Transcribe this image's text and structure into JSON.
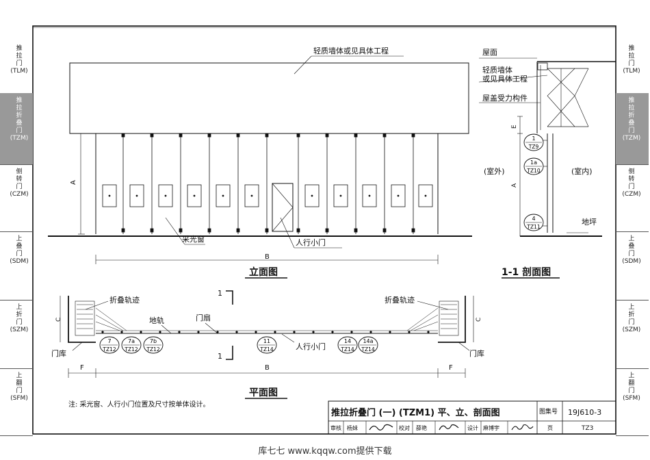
{
  "side_tabs": {
    "left": [
      {
        "text": "推\n拉\n门\n(TLM)",
        "active": false
      },
      {
        "text": "推\n拉\n折\n叠\n门\n(TZM)",
        "active": true
      },
      {
        "text": "侧\n转\n门\n(CZM)",
        "active": false
      },
      {
        "text": "上\n叠\n门\n(SDM)",
        "active": false
      },
      {
        "text": "上\n折\n门\n(SZM)",
        "active": false
      },
      {
        "text": "上\n翻\n门\n(SFM)",
        "active": false
      }
    ],
    "right": [
      {
        "text": "推\n拉\n门\n(TLM)",
        "active": false
      },
      {
        "text": "推\n拉\n折\n叠\n门\n(TZM)",
        "active": true
      },
      {
        "text": "侧\n转\n门\n(CZM)",
        "active": false
      },
      {
        "text": "上\n叠\n门\n(SDM)",
        "active": false
      },
      {
        "text": "上\n折\n门\n(SZM)",
        "active": false
      },
      {
        "text": "上\n翻\n门\n(SFM)",
        "active": false
      }
    ]
  },
  "elevation": {
    "wall_note": "轻质墙体或见具体工程",
    "window_label": "采光窗",
    "door_label": "人行小门",
    "dim_b": "B",
    "dim_a": "A",
    "title": "立面图"
  },
  "section": {
    "roof": "屋面",
    "wall_line1": "轻质墙体",
    "wall_line2": "或见具体工程",
    "roof_member": "屋盖受力构件",
    "outside": "(室外)",
    "inside": "(室内)",
    "floor": "地坪",
    "dim_e": "E",
    "dim_a": "A",
    "title": "1-1 剖面图",
    "refs": [
      {
        "top": "1",
        "bottom": "TZ9"
      },
      {
        "top": "1a",
        "bottom": "TZ10"
      },
      {
        "top": "4",
        "bottom": "TZ11"
      }
    ]
  },
  "plan": {
    "track_left": "折叠轨迹",
    "track_right": "折叠轨迹",
    "ground_rail": "地轨",
    "door_leaf": "门扇",
    "small_door": "人行小门",
    "store_left": "门库",
    "store_right": "门库",
    "dim_c": "C",
    "dim_f": "F",
    "dim_b": "B",
    "cut_mark": "1",
    "title": "平面图",
    "refs": [
      {
        "top": "7",
        "bottom": "TZ12"
      },
      {
        "top": "7a",
        "bottom": "TZ12"
      },
      {
        "top": "7b",
        "bottom": "TZ12"
      },
      {
        "top": "11",
        "bottom": "TZ14"
      },
      {
        "top": "14",
        "bottom": "TZ14"
      },
      {
        "top": "14a",
        "bottom": "TZ14"
      }
    ]
  },
  "note": "注: 采光窗、人行小门位置及尺寸按单体设计。",
  "title_block": {
    "title": "推拉折叠门 (一) (TZM1) 平、立、剖面图",
    "atlas_label": "图集号",
    "atlas_no": "19J610-3",
    "review_label": "审核",
    "reviewer": "杨妹",
    "check_label": "校对",
    "checker": "薛艳",
    "design_label": "设计",
    "designer": "麻博宇",
    "page_label": "页",
    "page_no": "TZ3"
  },
  "footer": "库七七 www.kqqw.com提供下载"
}
